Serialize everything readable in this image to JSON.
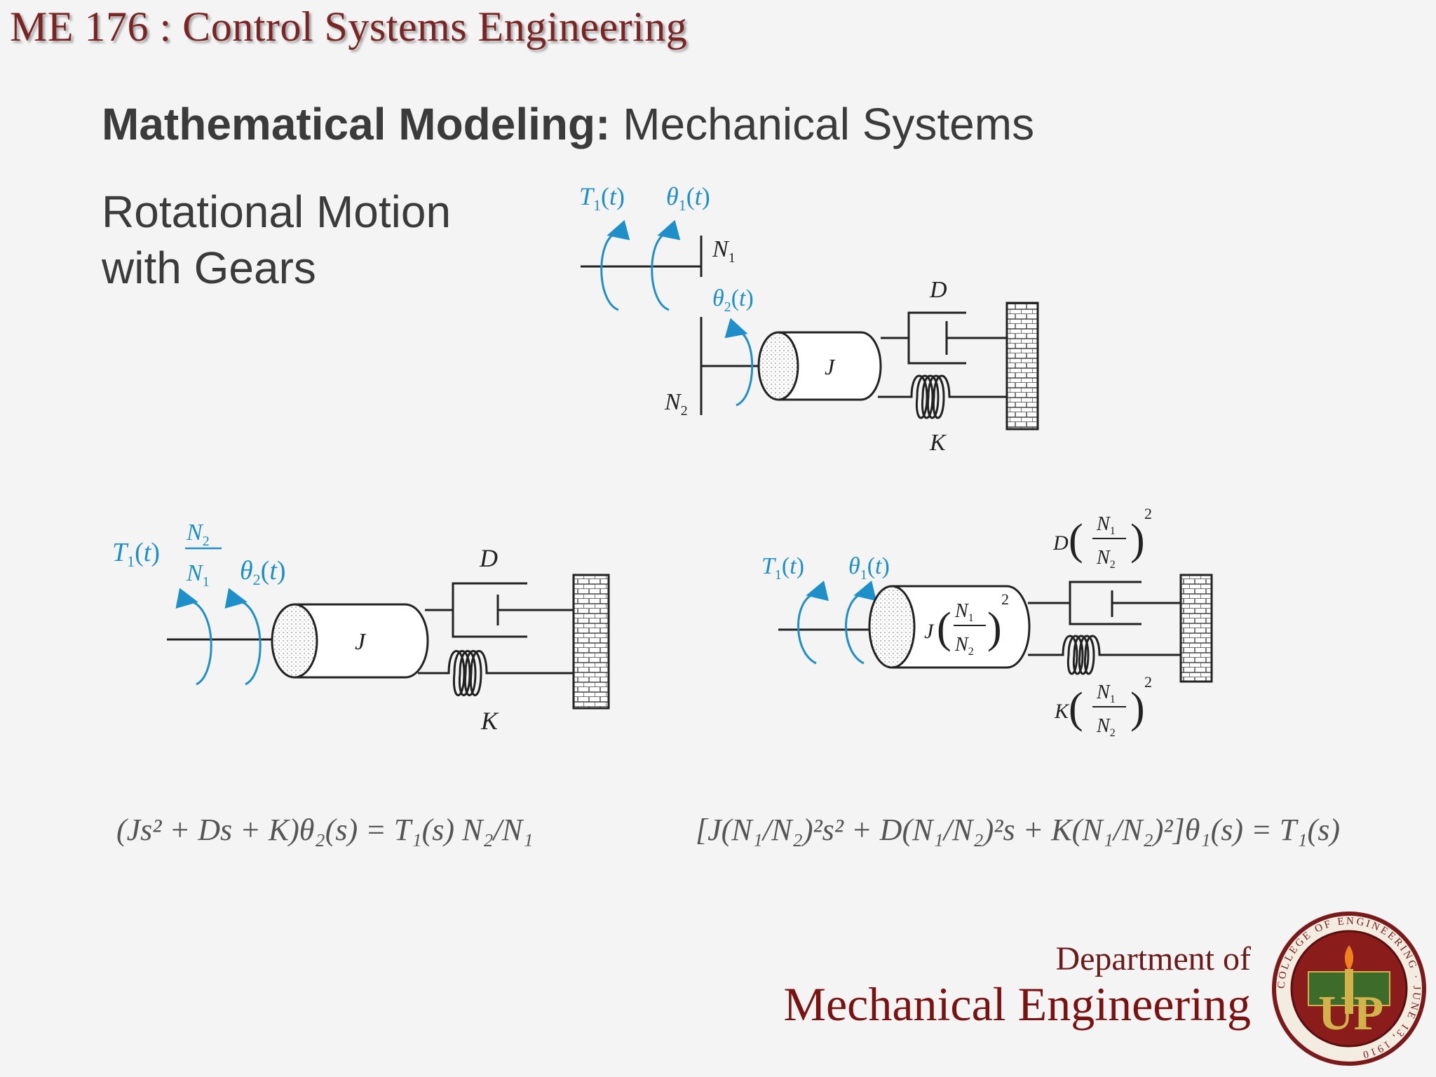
{
  "course": {
    "title": "ME 176 :  Control Systems Engineering"
  },
  "slide": {
    "title_bold": "Mathematical Modeling:",
    "title_rest": " Mechanical Systems",
    "subtitle_line1": "Rotational Motion",
    "subtitle_line2": "with Gears"
  },
  "labels": {
    "T1": "T",
    "theta1": "θ",
    "theta2": "θ",
    "N1": "N",
    "N2": "N",
    "D": "D",
    "K": "K",
    "J": "J"
  },
  "equations": {
    "left": "(Js² + Ds + K)θ₂(s) = T₁(s) N₂/N₁",
    "right": "[J(N₁/N₂)²s² + D(N₁/N₂)²s + K(N₁/N₂)²]θ₁(s) = T₁(s)"
  },
  "footer": {
    "dept_line1": "Department of",
    "dept_line2": "Mechanical Engineering"
  },
  "seal": {
    "text": "COLLEGE OF ENGINEERING · JUNE 13, 1910",
    "letters": "UP"
  },
  "colors": {
    "accent_blue": "#1e8fc8",
    "maroon": "#7a1f1f",
    "ink": "#222222"
  }
}
